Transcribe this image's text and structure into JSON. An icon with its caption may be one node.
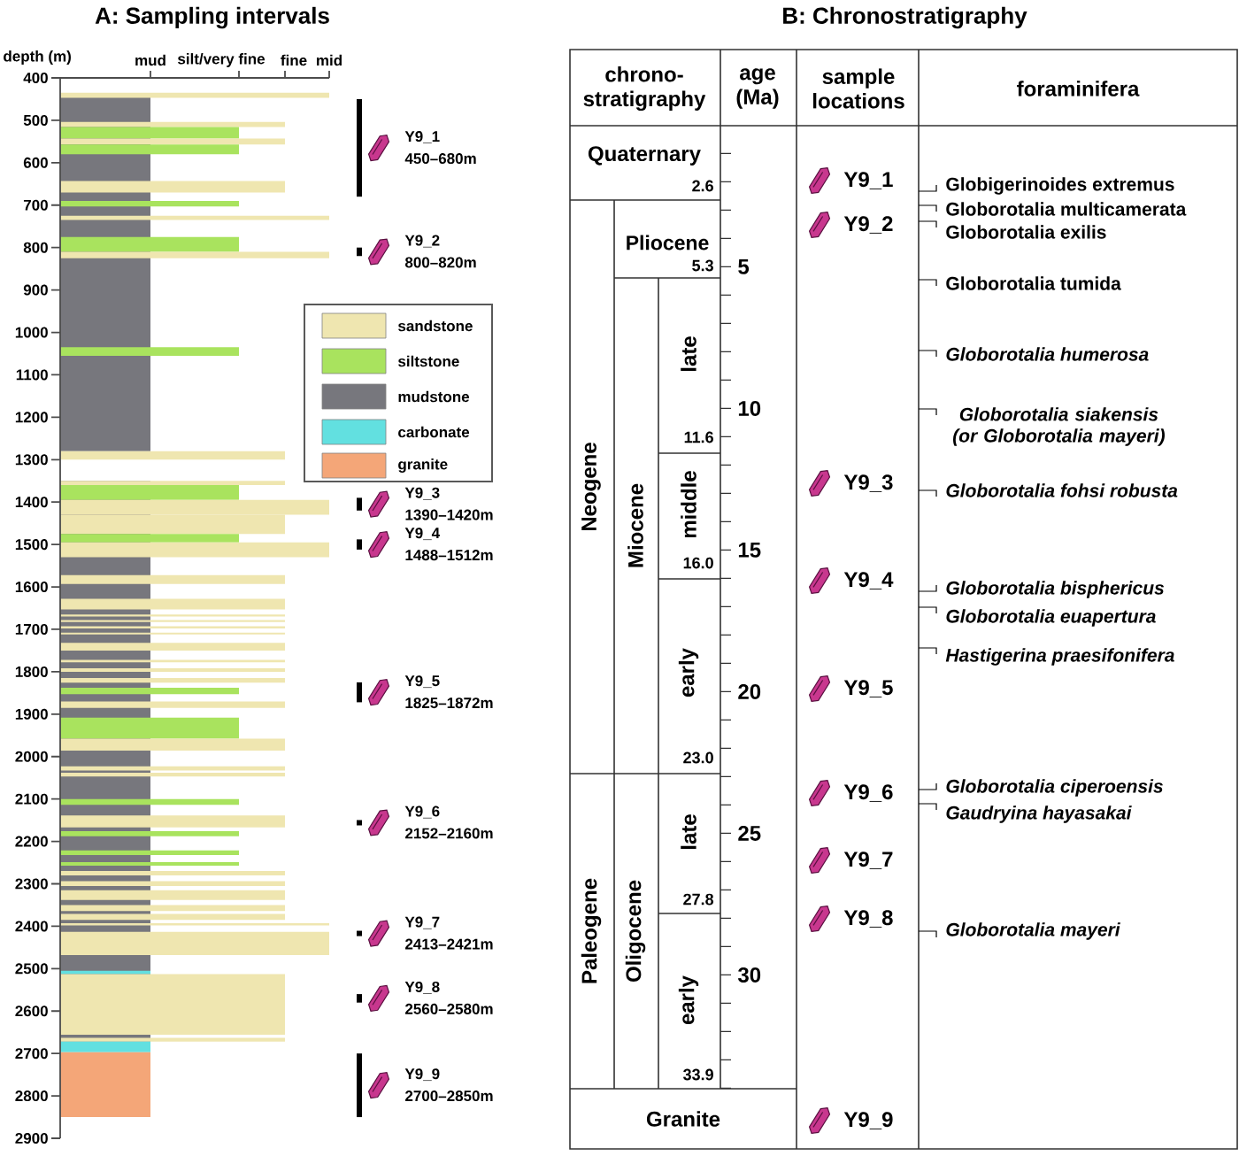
{
  "diagram": {
    "nodes": [
      {
        "text": [
          "Globigerinoides extremus"
        ]
      },
      {
        "text": [
          "Globorotalia multicamerata"
        ]
      },
      {
        "text": [
          "Globorotalia exilis"
        ]
      },
      {
        "text": [
          "Globorotalia tumida"
        ]
      },
      {
        "text": [
          "Globorotalia humerosa"
        ]
      },
      {
        "text": [
          "Globorotalia siakensis (or Globorotalia mayeri)"
        ]
      },
      {
        "text": [
          "Globorotalia fohsi robusta"
        ]
      },
      {
        "text": [
          "Globorotalia bisphericus"
        ]
      },
      {
        "text": [
          "Globorotalia euapertura"
        ]
      },
      {
        "text": [
          "Hastigerina praesifonifera"
        ]
      },
      {
        "text": [
          "Globorotalia ciperoensis"
        ]
      },
      {
        "text": [
          "Gaudryina hayasakai"
        ]
      },
      {
        "text": [
          "Globorotalia mayeri"
        ]
      }
    ],
    "edges": [
      {
        "from": 0,
        "to": null,
        "arrow": "none"
      },
      {
        "from": 1,
        "to": null,
        "arrow": "none"
      },
      {
        "from": 2,
        "to": null,
        "arrow": "none"
      },
      {
        "from": 3,
        "to": null,
        "arrow": "none"
      },
      {
        "from": 4,
        "to": null,
        "arrow": "none"
      },
      {
        "from": 5,
        "to": null,
        "arrow": "none"
      },
      {
        "from": 6,
        "to": null,
        "arrow": "none"
      },
      {
        "from": 7,
        "to": null,
        "arrow": "none"
      },
      {
        "from": 8,
        "to": null,
        "arrow": "none"
      },
      {
        "from": 9,
        "to": null,
        "arrow": "none"
      },
      {
        "from": 10,
        "to": null,
        "arrow": "none"
      },
      {
        "from": 11,
        "to": null,
        "arrow": "none"
      },
      {
        "from": 12,
        "to": null,
        "arrow": "none"
      }
    ],
    "labels": [
      "A: Sampling intervals",
      "B: Chronostratigraphy",
      "depth (m)",
      "mud",
      "silt/very fine",
      "fine",
      "mid",
      "400",
      "500",
      "600",
      "700",
      "800",
      "900",
      "1000",
      "1100",
      "1200",
      "1300",
      "1400",
      "1500",
      "1600",
      "1700",
      "1800",
      "1900",
      "2000",
      "2100",
      "2200",
      "2300",
      "2400",
      "2500",
      "2600",
      "2700",
      "2800",
      "2900",
      "Y9_1",
      "450–680m",
      "Y9_2",
      "800–820m",
      "Y9_3",
      "1390–1420m",
      "Y9_4",
      "1488–1512m",
      "Y9_5",
      "1825–1872m",
      "Y9_6",
      "2152–2160m",
      "Y9_7",
      "2413–2421m",
      "Y9_8",
      "2560–2580m",
      "Y9_9",
      "2700–2850m",
      "chrono- stratigraphy",
      "age (Ma)",
      "sample locations",
      "foraminifera",
      "Quaternary",
      "2.6",
      "Neogene",
      "Pliocene",
      "5.3",
      "Miocene",
      "late",
      "11.6",
      "middle",
      "16.0",
      "early",
      "23.0",
      "Paleogene",
      "Oligocene",
      "late",
      "27.8",
      "early",
      "33.9",
      "Granite",
      "5",
      "10",
      "15",
      "20",
      "25",
      "30",
      "Y9_1",
      "Y9_2",
      "Y9_3",
      "Y9_4",
      "Y9_5",
      "Y9_6",
      "Y9_7",
      "Y9_8",
      "Y9_9"
    ],
    "legend": [
      {
        "text": "sandstone",
        "color": "#efe6b0"
      },
      {
        "text": "siltstone",
        "color": "#a9e35e"
      },
      {
        "text": "mudstone",
        "color": "#77777d"
      },
      {
        "text": "carbonate",
        "color": "#62e0e0"
      },
      {
        "text": "granite",
        "color": "#f4a678"
      }
    ]
  }
}
